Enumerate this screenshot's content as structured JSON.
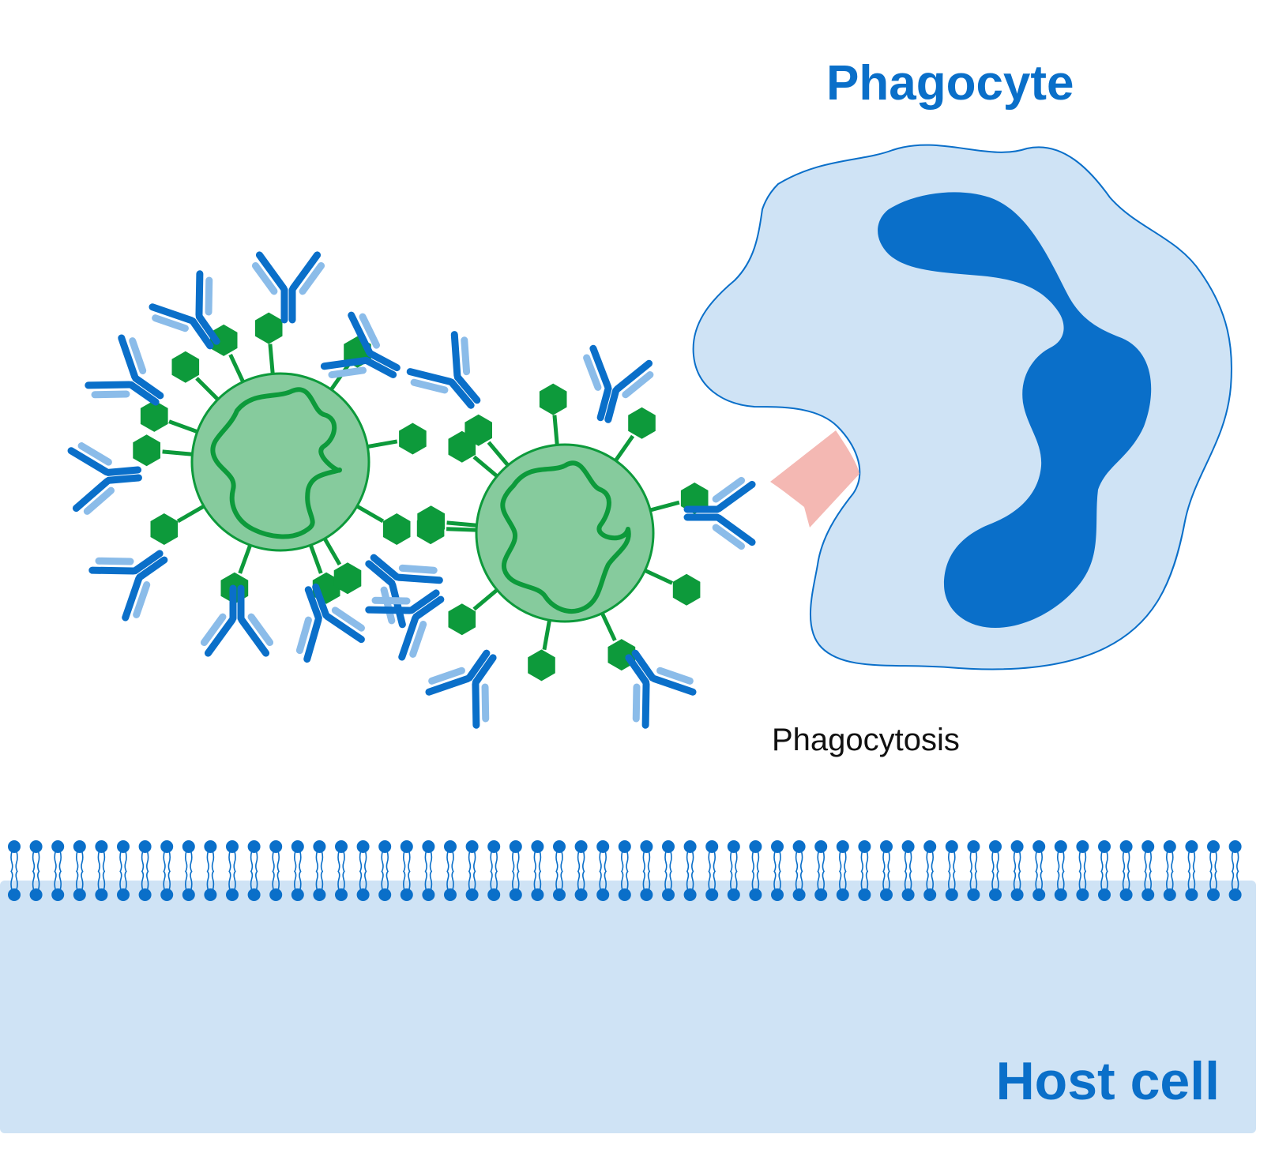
{
  "labels": {
    "phagocyte": "Phagocyte",
    "process": "Phagocytosis",
    "host_cell": "Host cell"
  },
  "colors": {
    "dark_blue": "#0a6fc9",
    "light_blue": "#8bbce9",
    "cell_fill": "#cfe3f5",
    "virus_fill": "#86cb9d",
    "virus_green": "#0d9a3b",
    "receptor_pink": "#f4b8b3",
    "text_dark": "#111111"
  },
  "icons": {
    "antibody": "antibody-icon",
    "antigen": "antigen-icon",
    "virus": "virus-icon",
    "lipid": "phospholipid-icon"
  }
}
